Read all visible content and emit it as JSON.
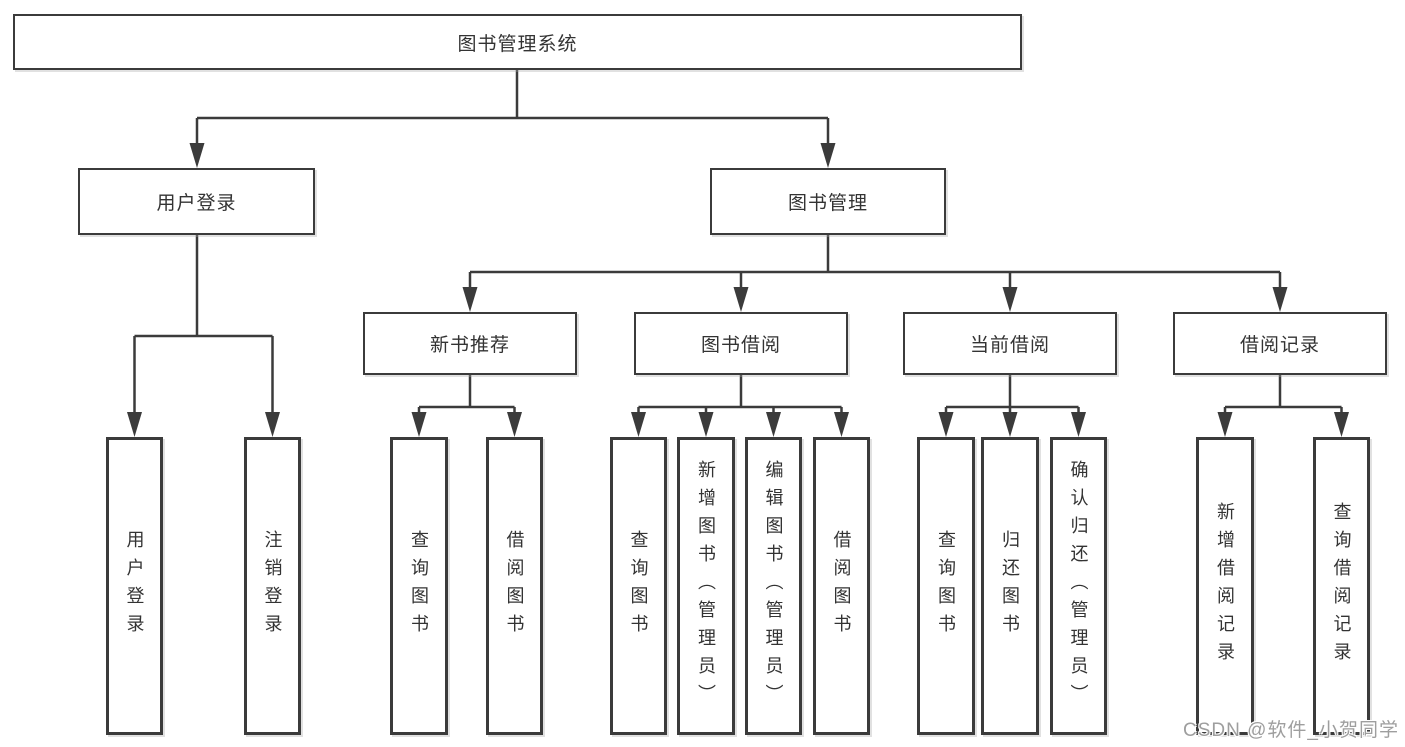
{
  "nodes": {
    "root": "图书管理系统",
    "user_login": "用户登录",
    "book_management": "图书管理",
    "new_book_recommend": "新书推荐",
    "book_borrowing": "图书借阅",
    "current_borrowing": "当前借阅",
    "borrowing_records": "借阅记录"
  },
  "leaves": {
    "user_login_children": [
      "用户登录",
      "注销登录"
    ],
    "new_book_children": [
      "查询图书",
      "借阅图书"
    ],
    "borrowing_children": [
      "查询图书",
      "新增图书（管理员）",
      "编辑图书（管理员）",
      "借阅图书"
    ],
    "current_children": [
      "查询图书",
      "归还图书",
      "确认归还（管理员）"
    ],
    "records_children": [
      "新增借阅记录",
      "查询借阅记录"
    ]
  },
  "watermark": "CSDN @软件_小贺同学",
  "colors": {
    "line": "#3b3b3b",
    "text": "#333333",
    "watermark": "#9e9e9e",
    "background": "#ffffff"
  }
}
